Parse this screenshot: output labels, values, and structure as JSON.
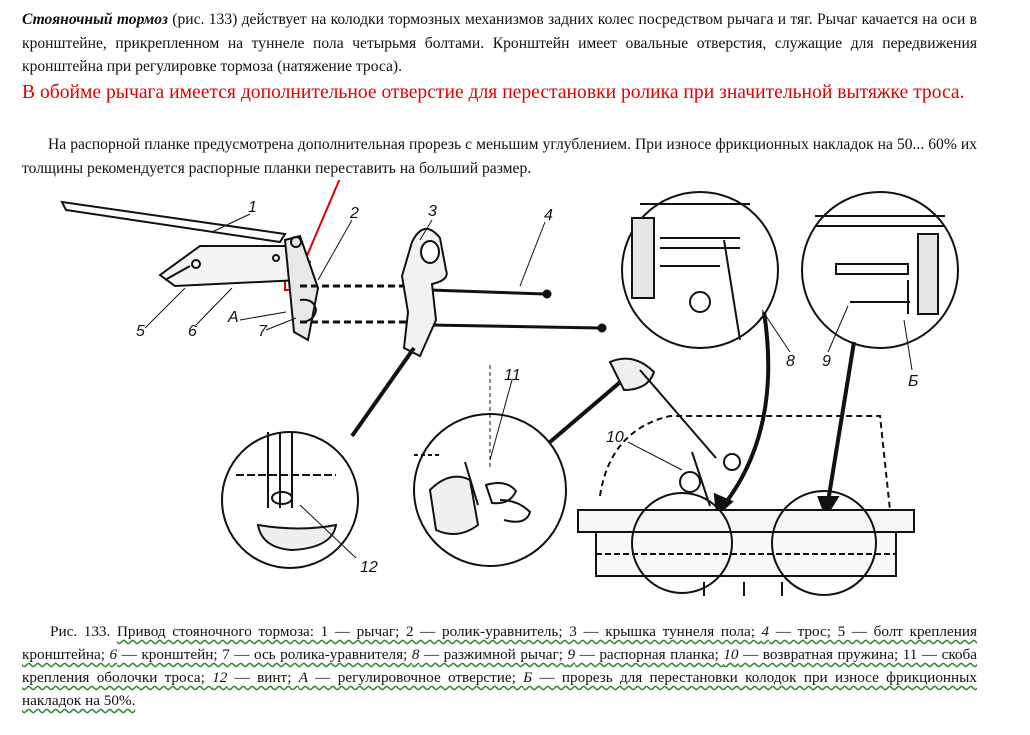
{
  "paragraph1": {
    "italic_lead": "Стояночный тормоз",
    "text": " (рис. 133) действует на колодки тормозных механизмов задних колес посредством рычага и тяг. Рычаг качается на оси в кронштейне, прикрепленном на туннеле пола четырьмя болтами. Кронштейн имеет овальные отверстия, служащие для передвижения кронштейна при регулировке тормоза (натяжение троса)."
  },
  "annotation": {
    "text": "В обойме рычага имеется дополнительное отверстие для перестановки ролика при значительной вытяжке троса.",
    "color": "#e00000"
  },
  "paragraph2": {
    "text": "На распорной планке предусмотрена дополнительная прорезь с меньшим углублением. При износе фрикционных накладок на 50... 60% их толщины рекомендуется распорные планки переставить на больший размер."
  },
  "figure": {
    "labels": [
      "1",
      "2",
      "3",
      "4",
      "5",
      "6",
      "A",
      "7",
      "8",
      "9",
      "Б",
      "10",
      "11",
      "12"
    ]
  },
  "caption": {
    "lead": "Рис. 133. ",
    "parts": [
      "Привод стояночного тормоза: 1 — рычаг; 2 — ролик-уравнитель; 3 — крышка туннеля пола; ",
      "4",
      " — трос; 5 — болт крепления кронштейна; ",
      "6",
      " — кронштейн; 7 — ось ролика-уравнителя; ",
      "8",
      " — разжимной рычаг; ",
      "9",
      " — распорная планка; ",
      "10",
      " — возвратная пружина; 11 — скоба крепления оболочки троса; ",
      "12",
      " — винт; ",
      "А",
      " — регулировочное отверстие; ",
      "Б",
      " — прорезь для перестановки колодок при износе фрикционных накладок на 50%."
    ]
  }
}
